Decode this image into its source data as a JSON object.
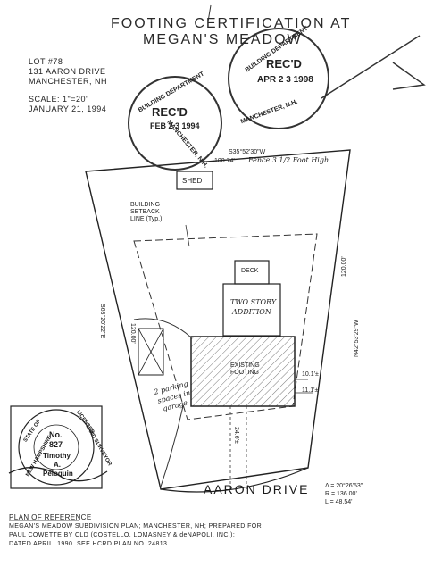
{
  "title": {
    "line1": "FOOTING CERTIFICATION AT",
    "line2": "MEGAN'S MEADOW"
  },
  "lot": {
    "number": "LOT #78",
    "address": "131 AARON DRIVE",
    "city": "MANCHESTER, NH",
    "scale": "SCALE: 1\"=20'",
    "date": "JANUARY 21, 1994"
  },
  "stamps": {
    "bldg_dept": {
      "top": "BUILDING DEPARTMENT",
      "recd": "REC'D",
      "date": "FEB 2 3 1994",
      "bottom": "MANCHESTER, N.H."
    },
    "bldg_dept_2": {
      "top": "BUILDING DEPARTMENT",
      "recd": "REC'D",
      "date": "APR 2 3 1998",
      "bottom": "MANCHESTER, N.H."
    }
  },
  "plan": {
    "bearing_top": "S35°52'30\"W",
    "distance_top": "100.74'",
    "fence_note": "Fence 3 1/2 Foot High",
    "shed": "SHED",
    "setback": [
      "BUILDING",
      "SETBACK",
      "LINE (Typ.)"
    ],
    "deck": "DECK",
    "addition": [
      "TWO STORY",
      "ADDITION"
    ],
    "existing": [
      "EXISTING",
      "FOOTING"
    ],
    "left_bearing": "S63°20'22\"E",
    "left_distance": "120.00'",
    "right_bearing": "N42°53'29\"W",
    "right_distance": "120.00'",
    "dim_a": "10.1'±",
    "dim_b": "11.1'±",
    "dim_front": "24.6'±",
    "parking": [
      "2 parking",
      "spaces in",
      "garage"
    ],
    "street": "AARON DRIVE",
    "curve": [
      "Δ = 20°26'53\"",
      "R = 136.00'",
      "L = 48.54'"
    ]
  },
  "seal": {
    "arc": [
      "STATE OF",
      "NEW HAMPSHIRE",
      "LICENSED",
      "LAND SURVEYOR"
    ],
    "number": "No.",
    "license": "827",
    "name": [
      "Timothy",
      "A.",
      "Peloquin"
    ]
  },
  "reference": {
    "heading": "PLAN OF REFERENCE",
    "lines": [
      "MEGAN'S MEADOW SUBDIVISION PLAN; MANCHESTER, NH; PREPARED FOR",
      "PAUL COWETTE BY CLD (COSTELLO, LOMASNEY & deNAPOLI, INC.);",
      "DATED APRIL, 1990. SEE HCRD PLAN NO. 24813."
    ]
  }
}
